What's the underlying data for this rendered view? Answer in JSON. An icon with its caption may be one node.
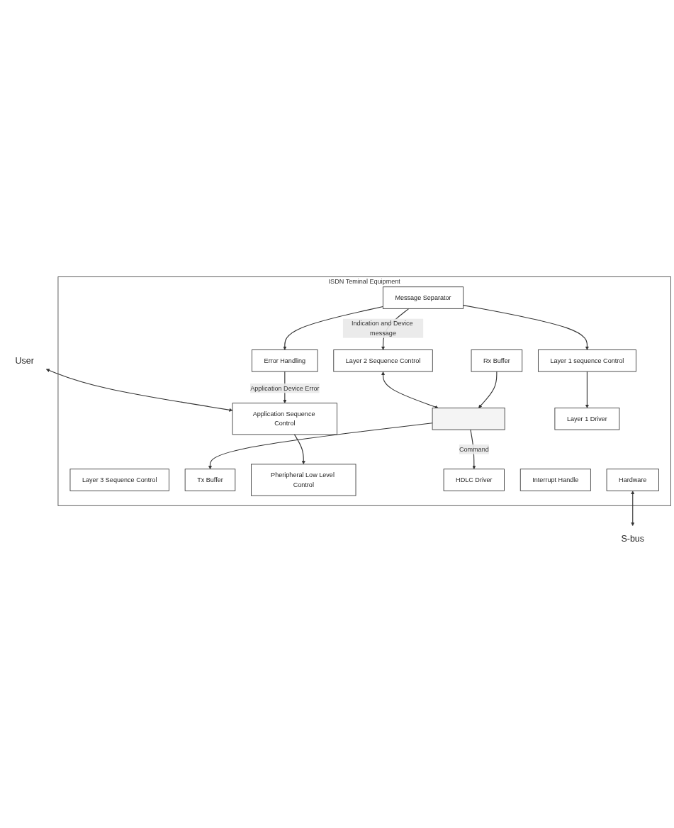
{
  "diagram": {
    "nodes": [
      {
        "text": [
          "User"
        ]
      },
      {
        "text": [
          "ISDN Teminal Equipment"
        ]
      },
      {
        "text": [
          "Application Sequence Control"
        ],
        "in": 1
      },
      {
        "text": [
          "Layer 3 Sequence Control"
        ],
        "in": 1
      },
      {
        "text": [
          "Layer 2 Sequence Control"
        ],
        "in": 1
      },
      {
        "text": [
          "Error Handling"
        ],
        "in": 1
      },
      {
        "text": [
          "Layer 1 sequence Control"
        ],
        "in": 1
      },
      {
        "text": [],
        "shape": "bar",
        "in": 1
      },
      {
        "text": [
          "Tx Buffer"
        ],
        "in": 1
      },
      {
        "text": [
          "Message Separator"
        ],
        "in": 1
      },
      {
        "text": [
          "Rx Buffer"
        ],
        "in": 1
      },
      {
        "text": [
          "Pheripheral Low Level Control"
        ],
        "in": 1
      },
      {
        "text": [
          "Layer 1 Driver"
        ],
        "in": 1
      },
      {
        "text": [
          "HDLC Driver"
        ],
        "in": 1
      },
      {
        "text": [
          "Interrupt Handle"
        ],
        "in": 1
      },
      {
        "text": [
          "Hardware"
        ],
        "in": 1
      },
      {
        "text": [
          "S-bus"
        ]
      }
    ],
    "edges": [
      {
        "from": 0,
        "to": 2,
        "arrow": "both"
      },
      {
        "from": 5,
        "to": 2,
        "label": "Application Device Error",
        "arrow": "to"
      },
      {
        "from": 2,
        "to": 11,
        "arrow": "to"
      },
      {
        "from": 6,
        "to": 12,
        "arrow": "to"
      },
      {
        "from": 4,
        "to": 7,
        "arrow": "both"
      },
      {
        "from": 7,
        "to": 8,
        "arrow": "to"
      },
      {
        "from": 7,
        "to": 13,
        "label": "Command",
        "arrow": "to"
      },
      {
        "from": 10,
        "to": 7,
        "arrow": "to"
      },
      {
        "from": 9,
        "to": 4,
        "label": "Indication and Device message",
        "arrow": "to"
      },
      {
        "from": 9,
        "to": 6,
        "arrow": "to"
      },
      {
        "from": 9,
        "to": 5,
        "arrow": "to"
      },
      {
        "from": 15,
        "to": 16,
        "arrow": "both"
      }
    ]
  }
}
